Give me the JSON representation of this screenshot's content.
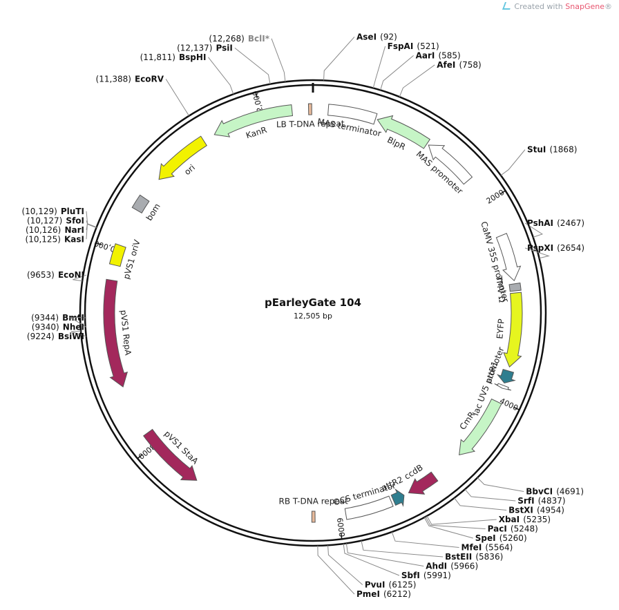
{
  "credit": {
    "prefix": "Created with ",
    "brand": "SnapGene",
    "mark": "®"
  },
  "plasmid": {
    "name": "pEarleyGate 104",
    "size_label": "12,505 bp",
    "length": 12505
  },
  "ticks": [
    {
      "pos": 2000,
      "label": "2000"
    },
    {
      "pos": 4000,
      "label": "4000"
    },
    {
      "pos": 6000,
      "label": "6000"
    },
    {
      "pos": 8000,
      "label": "8000"
    },
    {
      "pos": 10000,
      "label": "10,000"
    },
    {
      "pos": 12000,
      "label": "12,000"
    }
  ],
  "sites": [
    {
      "name": "AseI",
      "pos": 92,
      "pos_label": "(92)"
    },
    {
      "name": "FspAI",
      "pos": 521,
      "pos_label": "(521)"
    },
    {
      "name": "AarI",
      "pos": 585,
      "pos_label": "(585)"
    },
    {
      "name": "AfeI",
      "pos": 758,
      "pos_label": "(758)"
    },
    {
      "name": "StuI",
      "pos": 1868,
      "pos_label": "(1868)"
    },
    {
      "name": "PshAI",
      "pos": 2467,
      "pos_label": "(2467)"
    },
    {
      "name": "PspXI",
      "pos": 2654,
      "pos_label": "(2654)"
    },
    {
      "name": "BbvCI",
      "pos": 4691,
      "pos_label": "(4691)"
    },
    {
      "name": "SrfI",
      "pos": 4837,
      "pos_label": "(4837)"
    },
    {
      "name": "BstXI",
      "pos": 4954,
      "pos_label": "(4954)"
    },
    {
      "name": "XbaI",
      "pos": 5235,
      "pos_label": "(5235)"
    },
    {
      "name": "PacI",
      "pos": 5248,
      "pos_label": "(5248)"
    },
    {
      "name": "SpeI",
      "pos": 5260,
      "pos_label": "(5260)"
    },
    {
      "name": "MfeI",
      "pos": 5564,
      "pos_label": "(5564)"
    },
    {
      "name": "BstEII",
      "pos": 5836,
      "pos_label": "(5836)"
    },
    {
      "name": "AhdI",
      "pos": 5966,
      "pos_label": "(5966)"
    },
    {
      "name": "SbfI",
      "pos": 5991,
      "pos_label": "(5991)"
    },
    {
      "name": "PvuI",
      "pos": 6125,
      "pos_label": "(6125)"
    },
    {
      "name": "PmeI",
      "pos": 6212,
      "pos_label": "(6212)"
    },
    {
      "name": "BsiWI",
      "pos": 9224,
      "pos_label": "(9224)"
    },
    {
      "name": "NheI",
      "pos": 9340,
      "pos_label": "(9340)"
    },
    {
      "name": "BmtI",
      "pos": 9344,
      "pos_label": "(9344)"
    },
    {
      "name": "EcoNI",
      "pos": 9653,
      "pos_label": "(9653)"
    },
    {
      "name": "KasI",
      "pos": 10125,
      "pos_label": "(10,125)"
    },
    {
      "name": "NarI",
      "pos": 10126,
      "pos_label": "(10,126)"
    },
    {
      "name": "SfoI",
      "pos": 10127,
      "pos_label": "(10,127)"
    },
    {
      "name": "PluTI",
      "pos": 10129,
      "pos_label": "(10,129)"
    },
    {
      "name": "EcoRV",
      "pos": 11388,
      "pos_label": "(11,388)"
    },
    {
      "name": "BspHI",
      "pos": 11811,
      "pos_label": "(11,811)"
    },
    {
      "name": "PsiI",
      "pos": 12137,
      "pos_label": "(12,137)"
    },
    {
      "name": "BclI*",
      "pos": 12268,
      "pos_label": "(12,268)",
      "dim": true
    }
  ],
  "features": [
    {
      "name": "LB T-DNA repeat",
      "type": "box",
      "start": 12465,
      "end": 12490,
      "color": "#e6b99a"
    },
    {
      "name": "MAS terminator",
      "type": "box",
      "start": 150,
      "end": 620,
      "color": "#ffffff"
    },
    {
      "name": "BlpR",
      "type": "arrow",
      "dir": "ccw",
      "start": 640,
      "end": 1180,
      "color": "#c6f5c6"
    },
    {
      "name": "MAS promoter",
      "type": "arrow",
      "dir": "ccw",
      "start": 1200,
      "end": 1720,
      "color": "#ffffff"
    },
    {
      "name": "CaMV 35S promoter",
      "type": "arrow",
      "dir": "cw",
      "start": 2350,
      "end": 2810,
      "color": "#ffffff"
    },
    {
      "name": "TMV Ω",
      "type": "box",
      "start": 2840,
      "end": 2910,
      "color": "#a9acb0"
    },
    {
      "name": "EYFP",
      "type": "arrow",
      "dir": "cw",
      "start": 2930,
      "end": 3660,
      "color": "#e6f51f"
    },
    {
      "name": "attR1",
      "type": "arrow",
      "dir": "cw",
      "start": 3700,
      "end": 3825,
      "color": "#2f7e8f"
    },
    {
      "name": "lac UV5 promoter",
      "type": "arrow",
      "dir": "cw",
      "start": 3850,
      "end": 3880,
      "color": "#ffffff"
    },
    {
      "name": "CmR",
      "type": "arrow",
      "dir": "cw",
      "start": 4020,
      "end": 4660,
      "color": "#c6f5c6"
    },
    {
      "name": "ccdB",
      "type": "arrow",
      "dir": "cw",
      "start": 4980,
      "end": 5280,
      "color": "#a3285c"
    },
    {
      "name": "attR2",
      "type": "arrow",
      "dir": "ccw",
      "start": 5330,
      "end": 5445,
      "color": "#2f7e8f"
    },
    {
      "name": "OCS terminator",
      "type": "box",
      "start": 5470,
      "end": 5930,
      "color": "#ffffff"
    },
    {
      "name": "RB T-DNA repeat",
      "type": "box",
      "start": 6235,
      "end": 6260,
      "color": "#e6b99a"
    },
    {
      "name": "pVS1 StaA",
      "type": "arrow",
      "dir": "ccw",
      "start": 7460,
      "end": 8130,
      "color": "#a3285c"
    },
    {
      "name": "pVS1 RepA",
      "type": "arrow",
      "dir": "ccw",
      "start": 8640,
      "end": 9700,
      "color": "#a3285c"
    },
    {
      "name": "pVS1 oriV",
      "type": "box",
      "start": 9850,
      "end": 10050,
      "color": "#f2f200"
    },
    {
      "name": "bom",
      "type": "box",
      "start": 10430,
      "end": 10570,
      "color": "#a9acb0"
    },
    {
      "name": "ori",
      "type": "arrow",
      "dir": "ccw",
      "start": 10800,
      "end": 11380,
      "color": "#f2f200"
    },
    {
      "name": "KanR",
      "type": "arrow",
      "dir": "ccw",
      "start": 11500,
      "end": 12300,
      "color": "#c6f5c6"
    }
  ]
}
